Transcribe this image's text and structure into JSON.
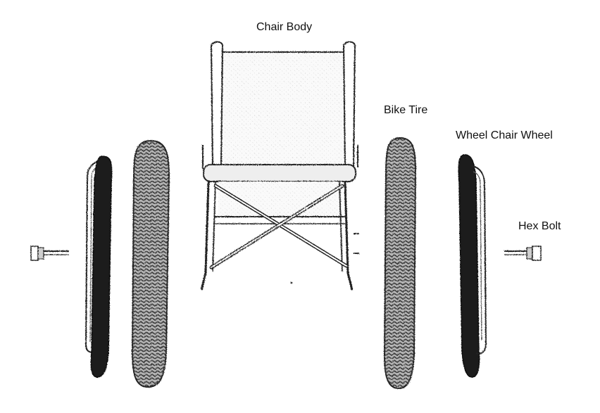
{
  "labels": {
    "chair_body": "Chair Body",
    "bike_tire": "Bike Tire",
    "wheel_chair_wheel": "Wheel Chair Wheel",
    "hex_bolt": "Hex Bolt"
  },
  "colors": {
    "ink": "#1a1a1a",
    "tire_fill": "#9a9a9a",
    "seat_fill": "#f3f3f3"
  }
}
